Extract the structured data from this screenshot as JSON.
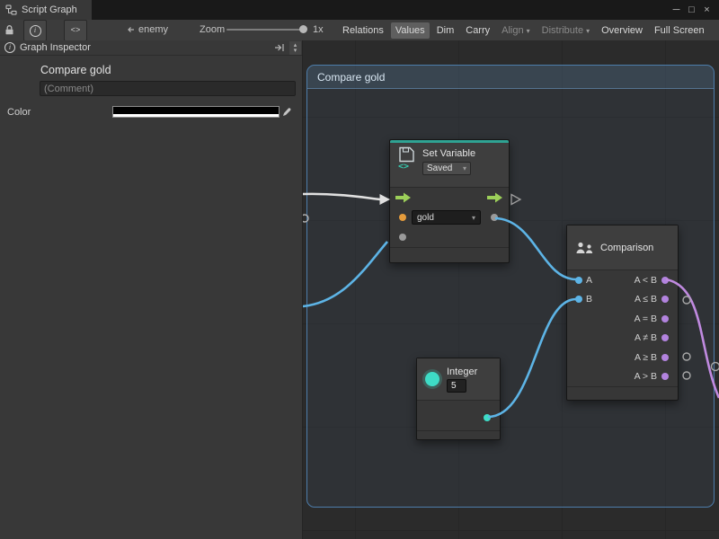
{
  "window": {
    "tab_title": "Script Graph",
    "controls": {
      "minimize": "─",
      "maximize": "□",
      "close": "×"
    }
  },
  "icons": {
    "code": "<>",
    "info": "i",
    "dropdown_arrow": "▾",
    "chevron_up": "▴",
    "chevron_down": "▾"
  },
  "toolbar": {
    "target_label": "enemy",
    "zoom_label": "Zoom",
    "zoom_value": "1x",
    "buttons": [
      {
        "label": "Relations",
        "state": "normal"
      },
      {
        "label": "Values",
        "state": "active"
      },
      {
        "label": "Dim",
        "state": "normal"
      },
      {
        "label": "Carry",
        "state": "normal"
      },
      {
        "label": "Align",
        "state": "disabled",
        "has_dropdown": true
      },
      {
        "label": "Distribute",
        "state": "disabled",
        "has_dropdown": true
      },
      {
        "label": "Overview",
        "state": "normal"
      },
      {
        "label": "Full Screen",
        "state": "normal"
      }
    ]
  },
  "inspector": {
    "header": "Graph Inspector",
    "graph_title": "Compare gold",
    "comment_placeholder": "(Comment)",
    "color_label": "Color",
    "color_value": "#000000"
  },
  "graph": {
    "group_title": "Compare gold",
    "nodes": {
      "set_variable": {
        "title": "Set Variable",
        "mode": "Saved",
        "variable": "gold"
      },
      "comparison": {
        "title": "Comparison",
        "inputs": [
          "A",
          "B"
        ],
        "outputs": [
          "A < B",
          "A ≤ B",
          "A = B",
          "A ≠ B",
          "A ≥ B",
          "A > B"
        ]
      },
      "integer": {
        "title": "Integer",
        "value": "5"
      }
    }
  },
  "colors": {
    "flow_green": "#9ccf59",
    "port_blue": "#5db4e6",
    "port_purple": "#b283de",
    "port_orange": "#e59c3c",
    "port_teal": "#3edcc6",
    "wire_white": "#e0e0e0",
    "wire_blue": "#5db4e6",
    "wire_purple": "#c08ae0",
    "group_border": "#4d7dab",
    "node_accent_teal": "#2fa393"
  }
}
